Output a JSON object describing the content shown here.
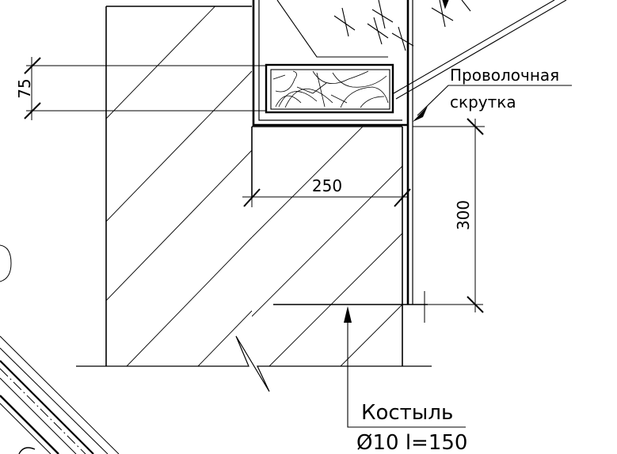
{
  "dimensions": {
    "d75": "75",
    "d250": "250",
    "d300": "300"
  },
  "callouts": {
    "wire_twist": {
      "line1": "Проволочная",
      "line2": "скрутка"
    },
    "spike": {
      "line1": "Костыль",
      "line2": "Ø10 l=150"
    }
  },
  "colors": {
    "ink": "#000000",
    "paper": "#ffffff"
  }
}
